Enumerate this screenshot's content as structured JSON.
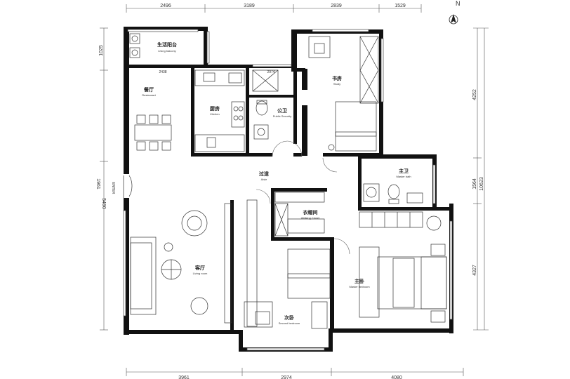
{
  "north": "N",
  "dimensions": {
    "top": [
      "2496",
      "3189",
      "2839",
      "1529"
    ],
    "bottom": [
      "3961",
      "2974",
      "4080"
    ],
    "left": [
      "1025",
      "1961",
      "5490"
    ],
    "right": [
      "4252",
      "1564",
      "4327"
    ],
    "right_total": "10623",
    "interior": [
      "2438",
      "2974"
    ]
  },
  "entry": "ENTER",
  "rooms": {
    "living_balcony": {
      "zh": "生活阳台",
      "en": "Living balcony"
    },
    "restaurant": {
      "zh": "餐厅",
      "en": "Restaurant"
    },
    "kitchen": {
      "zh": "厨房",
      "en": "Kitchen"
    },
    "public_security": {
      "zh": "公卫",
      "en": "Public Security"
    },
    "study": {
      "zh": "书房",
      "en": "Study"
    },
    "aisle": {
      "zh": "过道",
      "en": "Aisle"
    },
    "master_bath": {
      "zh": "主卫",
      "en": "Master bath"
    },
    "walking_closet": {
      "zh": "衣帽间",
      "en": "Walking Closet"
    },
    "living_room": {
      "zh": "客厅",
      "en": "Living room"
    },
    "master_bedroom": {
      "zh": "主卧",
      "en": "Master bedroom"
    },
    "second_bedroom": {
      "zh": "次卧",
      "en": "Second bedroom"
    }
  }
}
